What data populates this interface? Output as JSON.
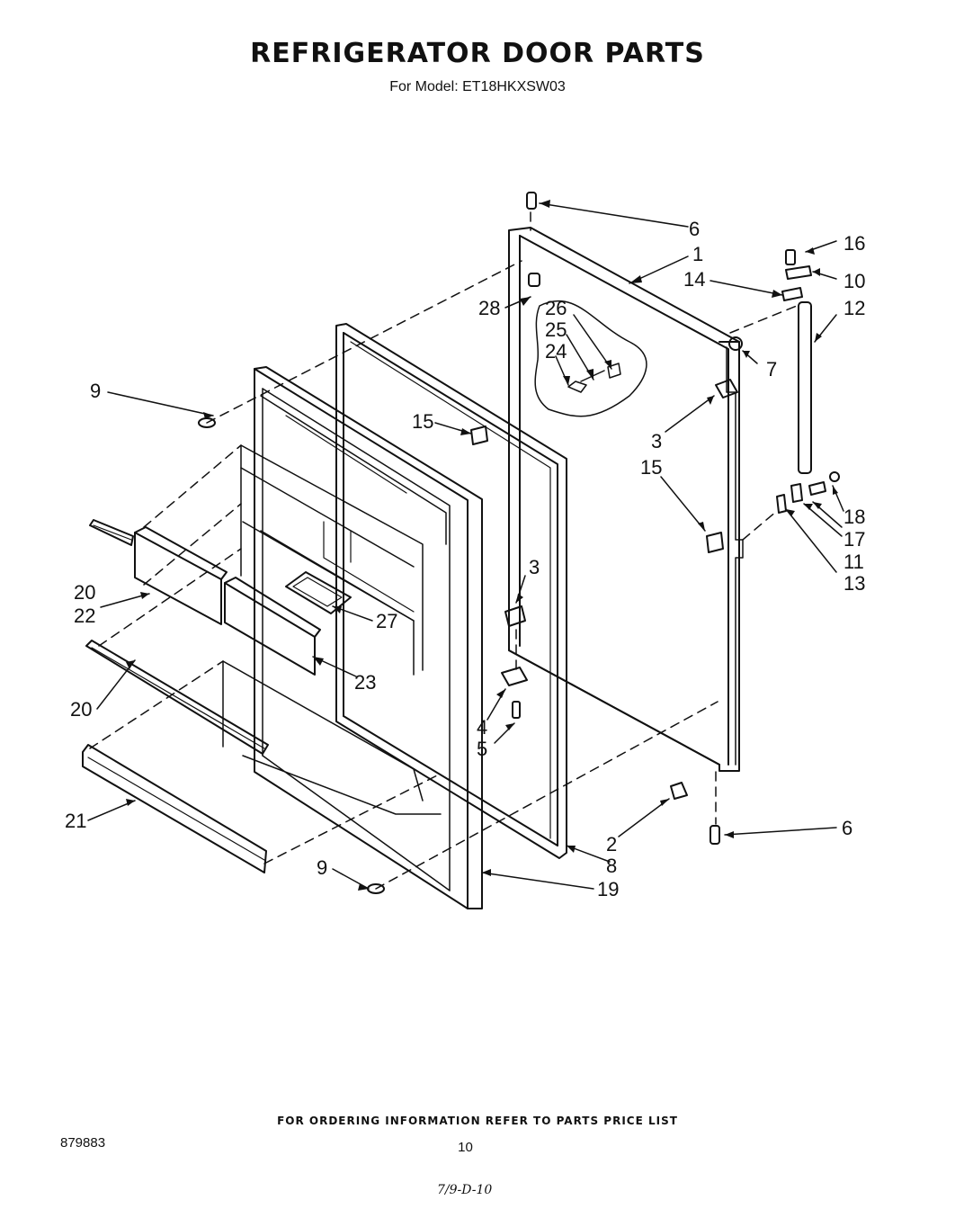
{
  "header": {
    "title": "REFRIGERATOR DOOR PARTS",
    "subtitle": "For Model: ET18HKXSW03"
  },
  "callouts": {
    "c1": "1",
    "c2": "2",
    "c3a": "3",
    "c3b": "3",
    "c4": "4",
    "c5": "5",
    "c6a": "6",
    "c6b": "6",
    "c7": "7",
    "c8": "8",
    "c9a": "9",
    "c9b": "9",
    "c10": "10",
    "c11": "11",
    "c12": "12",
    "c13": "13",
    "c14": "14",
    "c15a": "15",
    "c15b": "15",
    "c16": "16",
    "c17": "17",
    "c18": "18",
    "c19": "19",
    "c20a": "20",
    "c20b": "20",
    "c21": "21",
    "c22": "22",
    "c23": "23",
    "c24": "24",
    "c25": "25",
    "c26": "26",
    "c27": "27",
    "c28": "28"
  },
  "footer": {
    "ordering_note": "FOR ORDERING INFORMATION REFER TO PARTS PRICE LIST",
    "doc_number": "879883",
    "page_number": "10",
    "handwritten_mark": "7/9-D-10"
  }
}
